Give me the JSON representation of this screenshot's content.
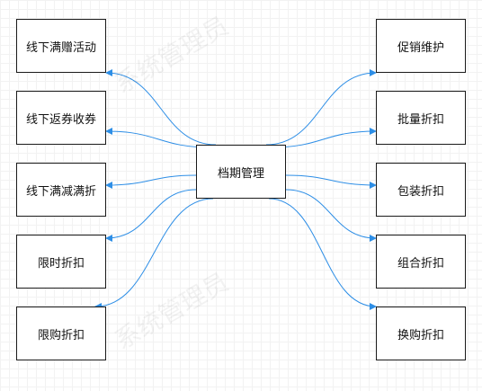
{
  "center": {
    "label": "档期管理"
  },
  "left_nodes": [
    {
      "id": "l1",
      "label": "线下满赠活动"
    },
    {
      "id": "l2",
      "label": "线下返券收券"
    },
    {
      "id": "l3",
      "label": "线下满减满折"
    },
    {
      "id": "l4",
      "label": "限时折扣"
    },
    {
      "id": "l5",
      "label": "限购折扣"
    }
  ],
  "right_nodes": [
    {
      "id": "r1",
      "label": "促销维护"
    },
    {
      "id": "r2",
      "label": "批量折扣"
    },
    {
      "id": "r3",
      "label": "包装折扣"
    },
    {
      "id": "r4",
      "label": "组合折扣"
    },
    {
      "id": "r5",
      "label": "换购折扣"
    }
  ],
  "watermark": "系统管理员",
  "colors": {
    "edge": "#2d8ee6",
    "border": "#1a1a1a"
  }
}
